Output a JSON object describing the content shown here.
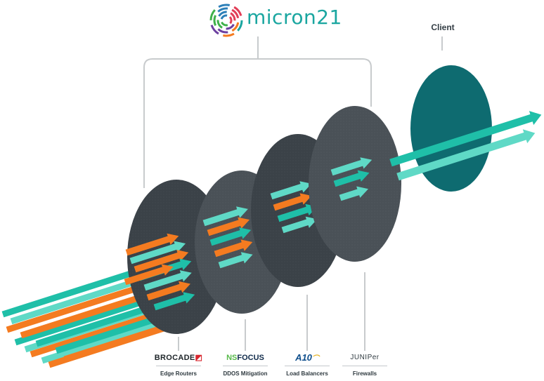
{
  "brand": {
    "name": "micron21",
    "ring_colors": [
      "#1aa6a0",
      "#f47b20",
      "#6c3fa0",
      "#3fb14a",
      "#2c7fb8",
      "#e23e57"
    ]
  },
  "client": {
    "label": "Client"
  },
  "vendors": [
    {
      "logo_main": "BROCADE",
      "logo_mark": "◩",
      "caption": "Edge Routers"
    },
    {
      "logo_ns": "NS",
      "logo_main": "FOCUS",
      "caption": "DDOS Mitigation"
    },
    {
      "logo_main": "A10",
      "logo_mark": "⌒",
      "caption": "Load Balancers"
    },
    {
      "logo_main": "JUNIPer",
      "caption": "Firewalls"
    }
  ],
  "colors": {
    "teal": "#1fbfa8",
    "teal_light": "#5fd9c6",
    "orange": "#f47b20",
    "disc_dark": "#3b4248",
    "disc_mid": "#4a5157",
    "client_disc": "#0e6b70",
    "bracket": "#c8cbcd"
  }
}
